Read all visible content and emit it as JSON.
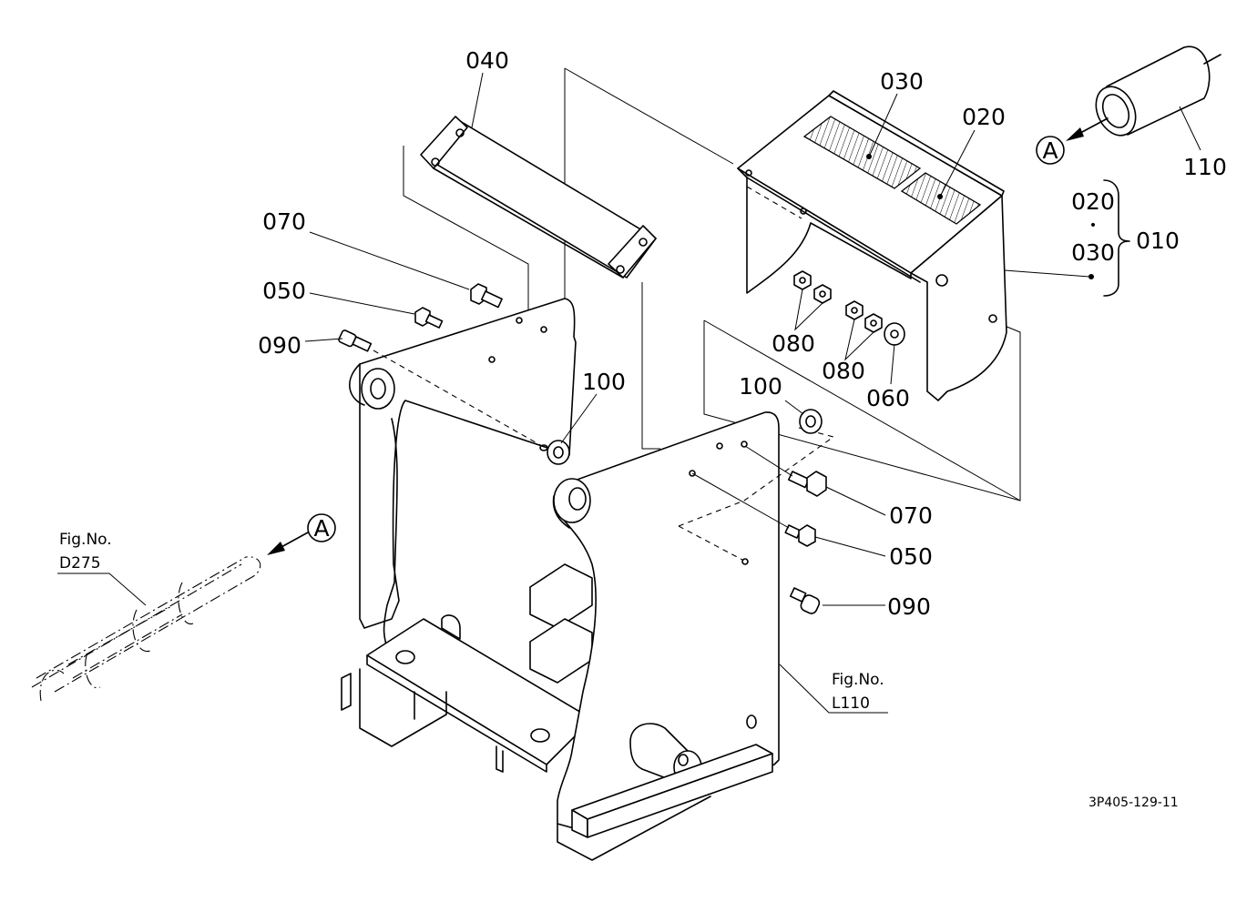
{
  "callouts": {
    "c040": "040",
    "c030": "030",
    "c020": "020",
    "c110": "110",
    "c070a": "070",
    "c050a": "050",
    "c090a": "090",
    "c100a": "100",
    "c100b": "100",
    "c080a": "080",
    "c080b": "080",
    "c060": "060",
    "c070b": "070",
    "c050b": "050",
    "c090b": "090",
    "group_020": "020",
    "group_030": "030",
    "group_dot": "•",
    "group_010": "010"
  },
  "refs": {
    "fig_label_left": "Fig.No.",
    "fig_num_left": "D275",
    "fig_label_right": "Fig.No.",
    "fig_num_right": "L110",
    "view_marker_top": "A",
    "view_marker_left": "A"
  },
  "drawing_code": "3P405-129-11"
}
